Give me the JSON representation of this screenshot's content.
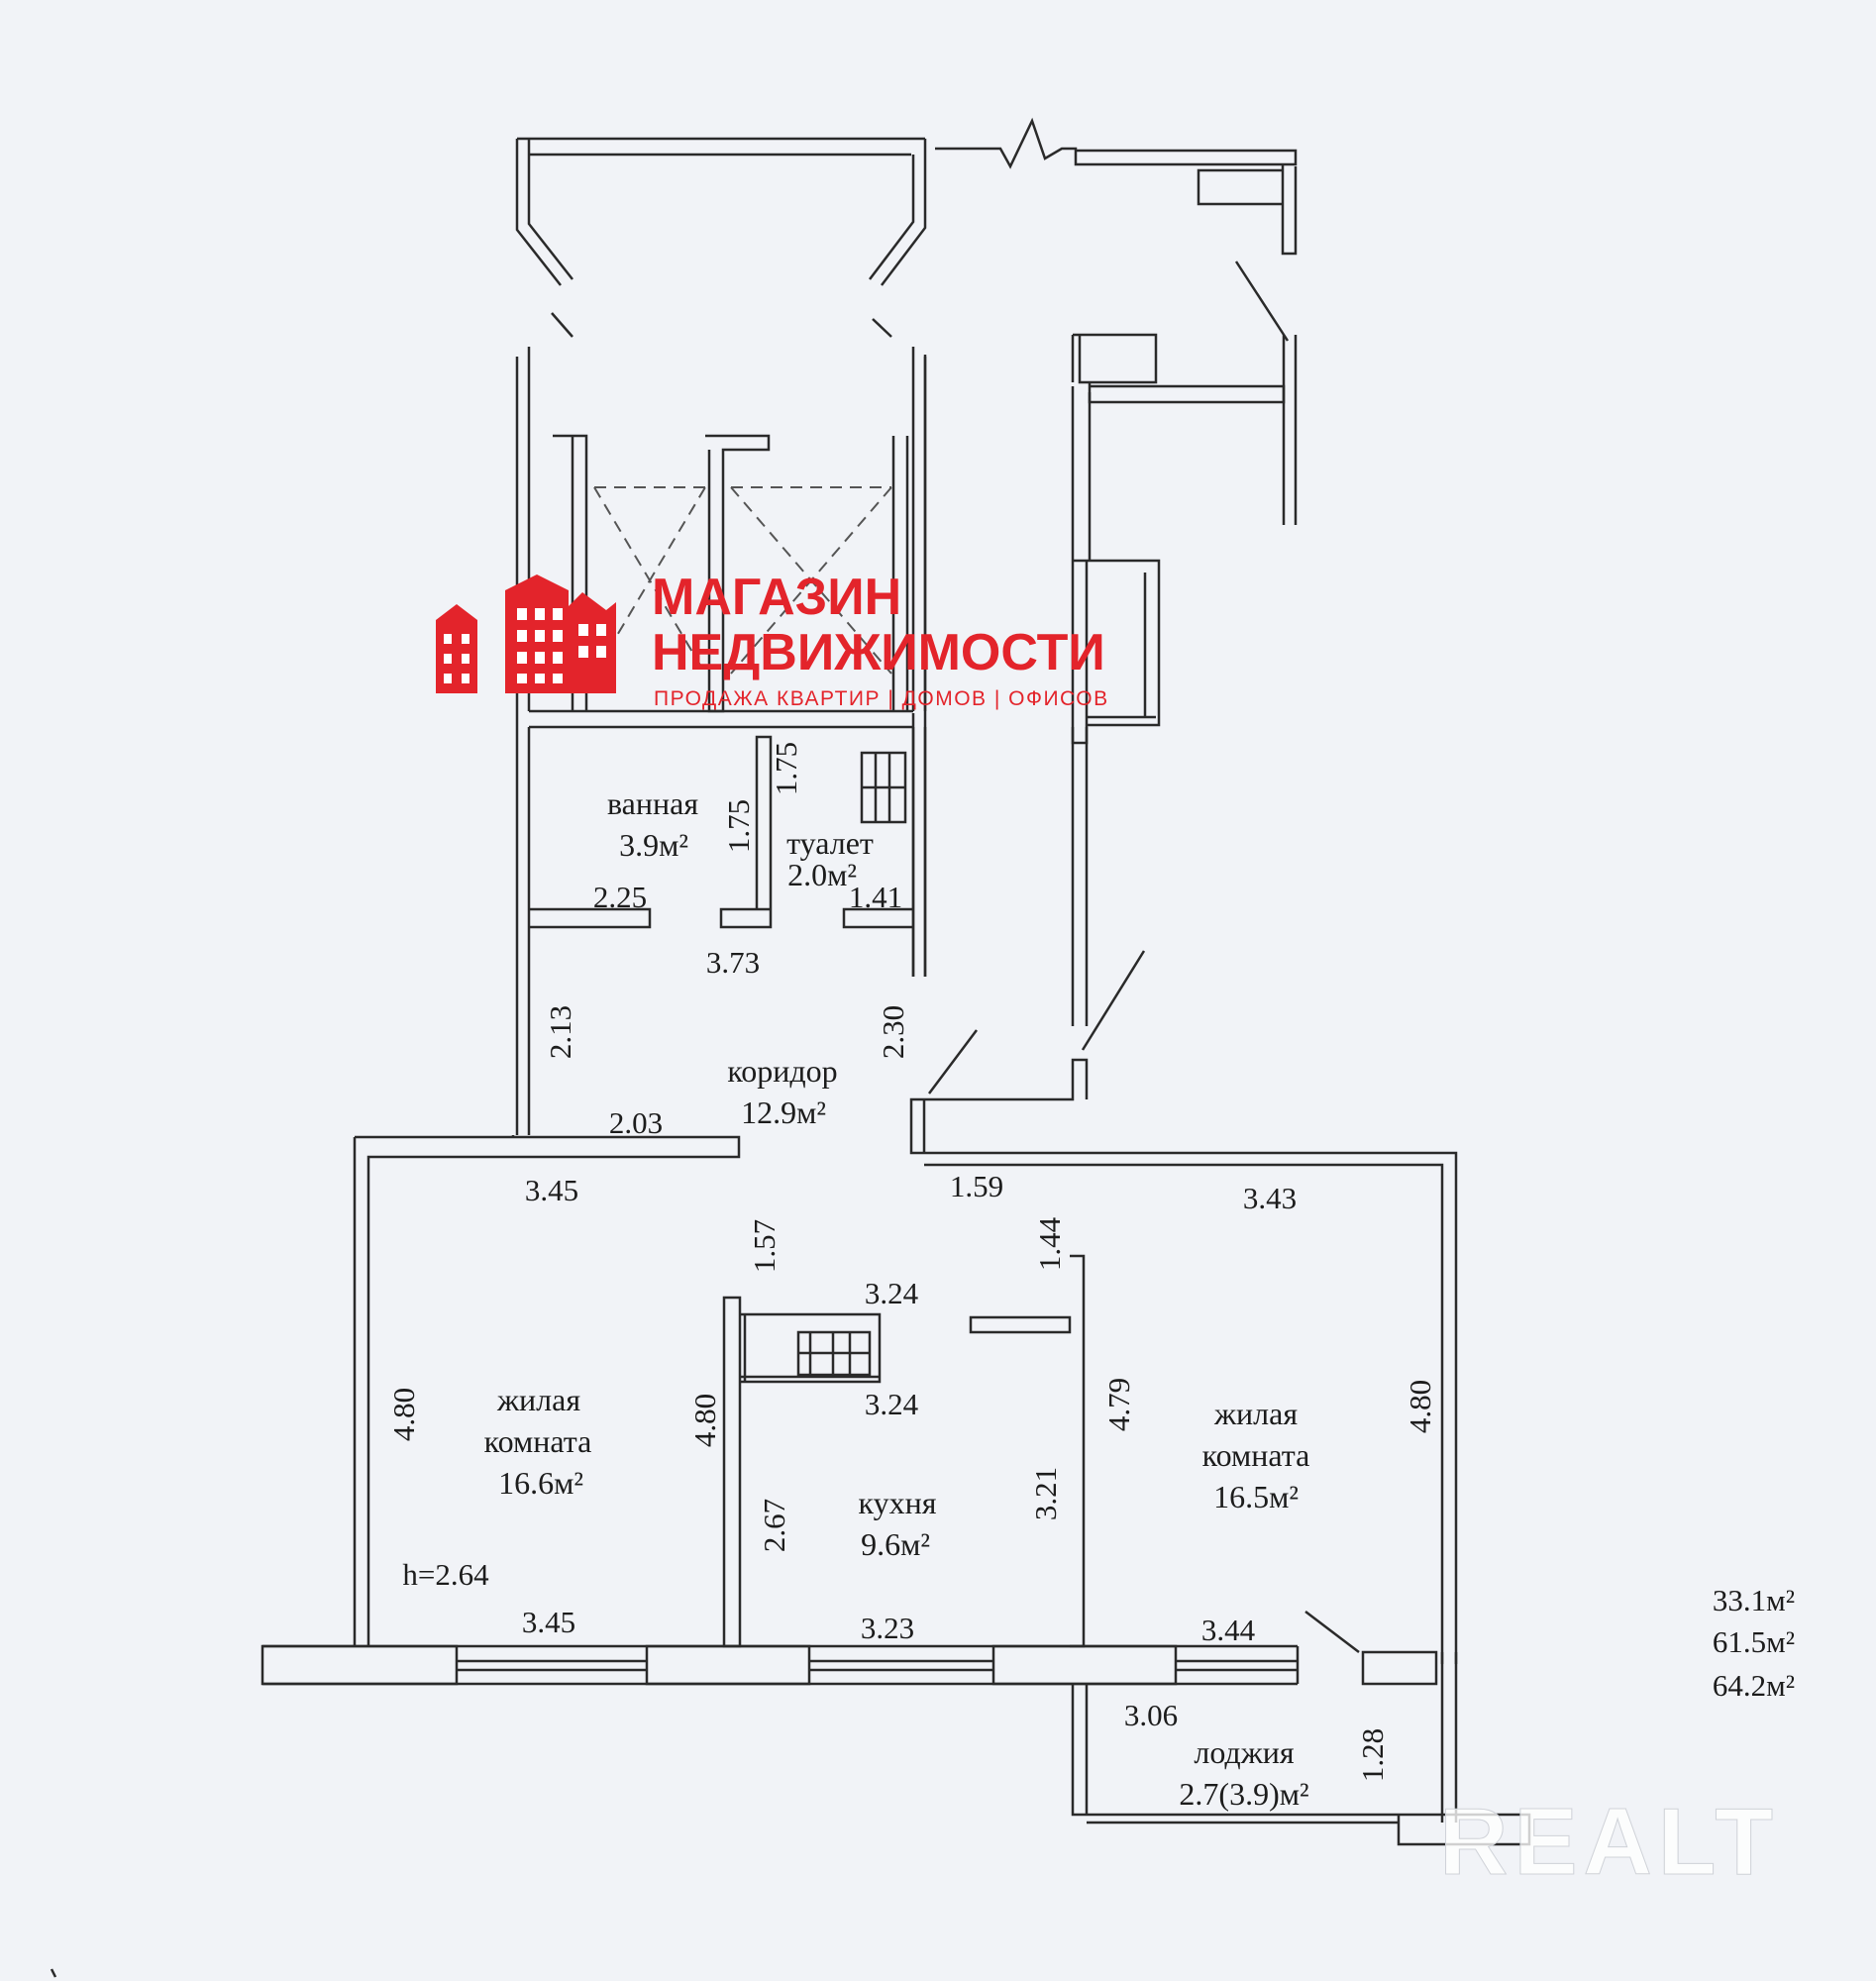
{
  "rooms": {
    "bathroom": {
      "name": "ванная",
      "area": "3.9м²"
    },
    "toilet": {
      "name": "туалет",
      "area": "2.0м²"
    },
    "corridor": {
      "name": "коридор",
      "area": "12.9м²"
    },
    "living_left": {
      "name_line1": "жилая",
      "name_line2": "комната",
      "area": "16.6м²"
    },
    "kitchen": {
      "name": "кухня",
      "area": "9.6м²"
    },
    "living_right": {
      "name_line1": "жилая",
      "name_line2": "комната",
      "area": "16.5м²"
    },
    "loggia": {
      "name": "лоджия",
      "area": "2.7(3.9)м²"
    }
  },
  "dimensions": {
    "bath_h": "1.75",
    "bath_w": "2.25",
    "toilet_h": "1.75",
    "toilet_w": "1.41",
    "corr_w_top": "3.73",
    "corr_left_h": "2.13",
    "corr_right_h": "2.30",
    "corr_w_bottom": "2.03",
    "left_room_top": "3.45",
    "left_room_h": "4.80",
    "left_room_bottom": "3.45",
    "ceiling_height": "h=2.64",
    "kitchen_door_h": "1.57",
    "kitchen_top_w": "3.24",
    "kitchen_mid_w": "3.24",
    "kitchen_left_h": "4.80",
    "kitchen_left_h2": "2.67",
    "kitchen_right_h": "3.21",
    "kitchen_bottom": "3.23",
    "entry_w": "1.59",
    "right_room_top": "3.43",
    "right_door_h": "1.44",
    "right_room_inner_h": "4.79",
    "right_room_h": "4.80",
    "right_room_bottom": "3.44",
    "loggia_w": "3.06",
    "loggia_h": "1.28"
  },
  "totals": [
    "33.1м²",
    "61.5м²",
    "64.2м²"
  ],
  "logo": {
    "line1": "МАГАЗИН",
    "line2": "НЕДВИЖИМОСТИ",
    "tagline": "ПРОДАЖА КВАРТИР | ДОМОВ | ОФИСОВ",
    "color": "#e3242b"
  },
  "watermark": {
    "text": "REALT"
  }
}
